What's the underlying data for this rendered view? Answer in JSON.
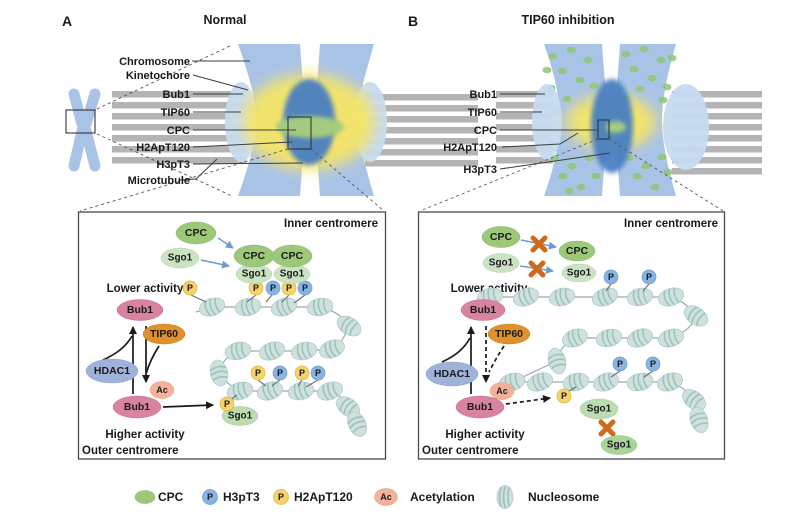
{
  "figure": {
    "panel_a": {
      "letter": "A",
      "title": "Normal"
    },
    "panel_b": {
      "letter": "B",
      "title": "TIP60 inhibition"
    },
    "labels": {
      "chromosome": "Chromosome",
      "kinetochore": "Kinetochore",
      "bub1": "Bub1",
      "tip60": "TIP60",
      "cpc": "CPC",
      "h2apt120": "H2ApT120",
      "h3pt3": "H3pT3",
      "microtubule": "Microtubule"
    },
    "inset": {
      "inner_centromere": "Inner centromere",
      "outer_centromere": "Outer centromere",
      "lower_activity": "Lower activity",
      "higher_activity": "Higher activity"
    },
    "molecules": {
      "cpc": "CPC",
      "sgo1": "Sgo1",
      "bub1": "Bub1",
      "tip60": "TIP60",
      "hdac1": "HDAC1",
      "ac": "Ac",
      "p": "P"
    },
    "legend": [
      {
        "icon": "cpc-icon",
        "label": "CPC"
      },
      {
        "icon": "h3pt3-icon",
        "label": "H3pT3"
      },
      {
        "icon": "h2apt120-icon",
        "label": "H2ApT120"
      },
      {
        "icon": "acetylation-icon",
        "label": "Acetylation"
      },
      {
        "icon": "nucleosome-icon",
        "label": "Nucleosome"
      }
    ],
    "colors": {
      "cpc_green": "#9cc878",
      "sgo1_green": "#cbe3c4",
      "h3pt3_blue": "#88b4e3",
      "h2apt120_yellow": "#f6d36a",
      "acetylation_salmon": "#f4b29b",
      "bub1_pink": "#d9849e",
      "tip60_orange": "#e0912c",
      "hdac1_blue": "#9fb2d9",
      "nucleosome_teal": "#cfe1de",
      "inhibition_x_orange": "#cf6a1d",
      "chromatid_blue": "#a9c3e7",
      "centromere_blue": "#4a7fc2",
      "glow_yellow": "#f6e566",
      "microtubule_gray": "#b4b4b4"
    }
  }
}
